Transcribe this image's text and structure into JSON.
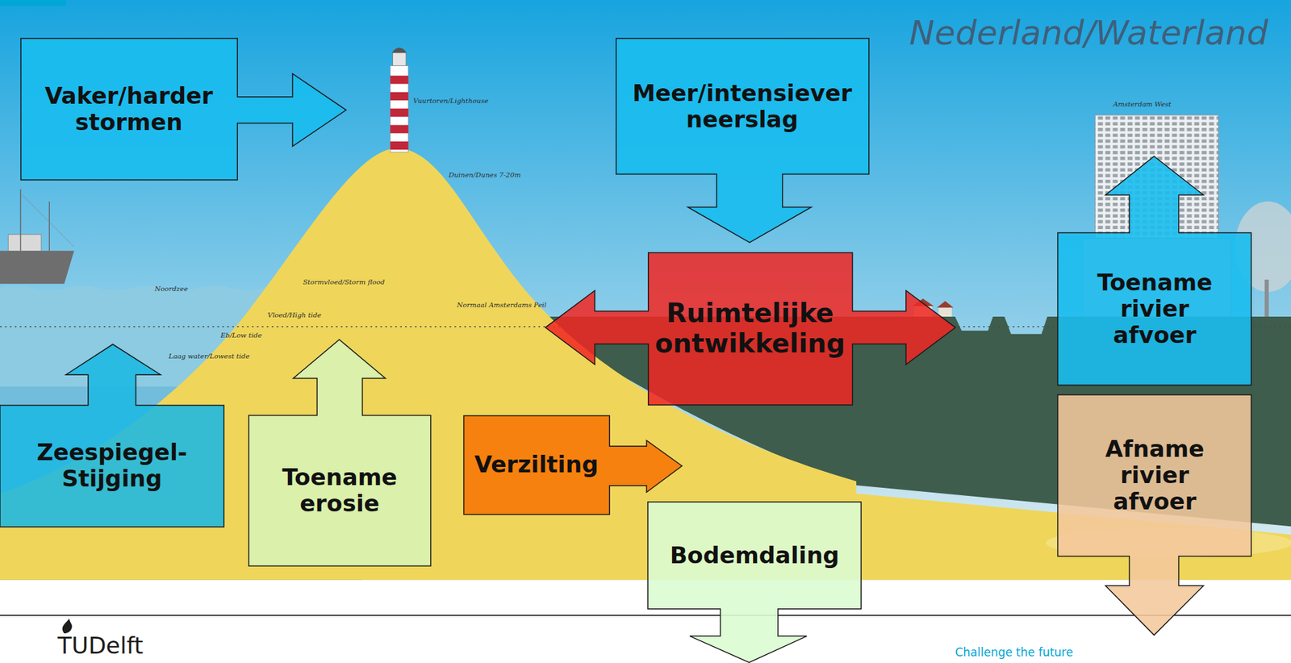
{
  "diagram": {
    "title": "Nederland/Waterland",
    "nodes": [
      {
        "text": [
          "Vaker/harder stormen"
        ]
      },
      {
        "text": [
          "Meer/intensiever neerslag"
        ]
      },
      {
        "text": [
          "Ruimtelijke ontwikkeling"
        ]
      },
      {
        "text": [
          "Toename rivier afvoer"
        ]
      },
      {
        "text": [
          "Zeespiegel-Stijging"
        ]
      },
      {
        "text": [
          "Toename erosie"
        ]
      },
      {
        "text": [
          "Verzilting"
        ]
      },
      {
        "text": [
          "Afname rivier afvoer"
        ]
      },
      {
        "text": [
          "Bodemdaling"
        ]
      }
    ],
    "labels": [
      "Vuurtoren/Lighthouse",
      "Duinen/Dunes 7-20m",
      "Noordzee",
      "Stormvloed/Storm flood",
      "Vloed/High tide",
      "Eb/Low tide",
      "Laag water/Lowest tide",
      "Normaal Amsterdams Peil",
      "Amsterdam West",
      "TUDelft",
      "Challenge the future"
    ]
  }
}
